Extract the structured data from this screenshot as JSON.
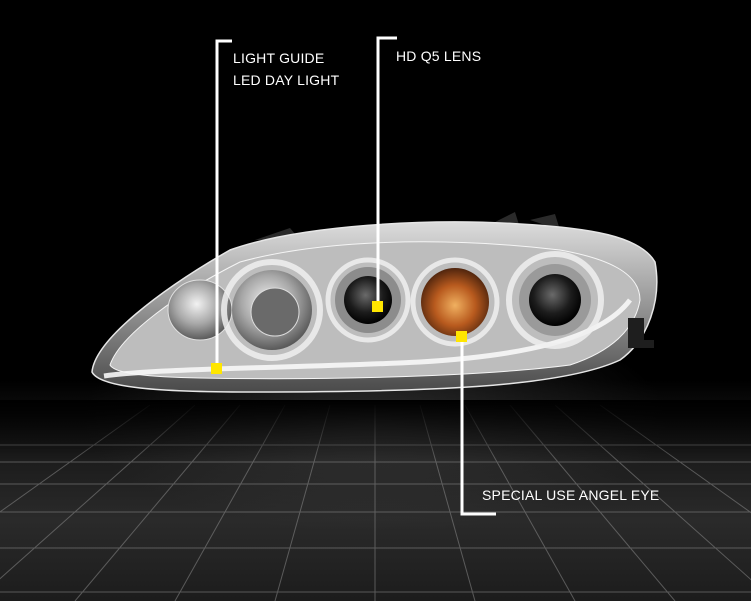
{
  "callouts": {
    "light_guide": "LIGHT GUIDE",
    "led_day_light": "LED DAY LIGHT",
    "hd_lens": "HD Q5 LENS",
    "angel_eye": "SPECIAL USE ANGEL EYE"
  },
  "colors": {
    "background": "#000000",
    "callout_line": "#ffffff",
    "marker": "#ffe600",
    "grid": "#9a9a9a"
  },
  "product": {
    "type": "car headlight assembly",
    "icon": "headlight-image"
  }
}
